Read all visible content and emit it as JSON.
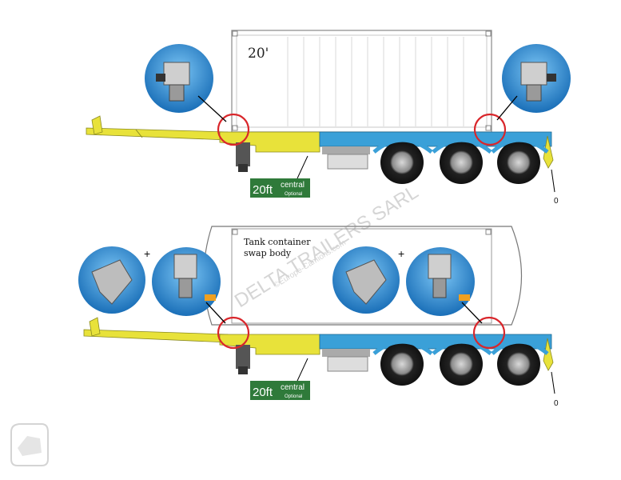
{
  "diagram1": {
    "container_label": "20'",
    "badge_main": "20ft",
    "badge_sub1": "central",
    "badge_sub2": "Optional",
    "callout": "0"
  },
  "diagram2": {
    "container_label_line1": "Tank container",
    "container_label_line2": "swap body",
    "badge_main": "20ft",
    "badge_sub1": "central",
    "badge_sub2": "Optional",
    "plus1": "+",
    "plus2": "+",
    "callout": "0"
  },
  "watermark": {
    "line1": "DELTA TRAILERS SARL",
    "line2": "©Europe-Camions.com"
  },
  "colors": {
    "chassis_yellow": "#e8e23a",
    "chassis_blue": "#3aa0d8",
    "circle_red": "#d9262b",
    "badge_green": "#2f7a3a",
    "detail_blue": "#1f88d4"
  }
}
